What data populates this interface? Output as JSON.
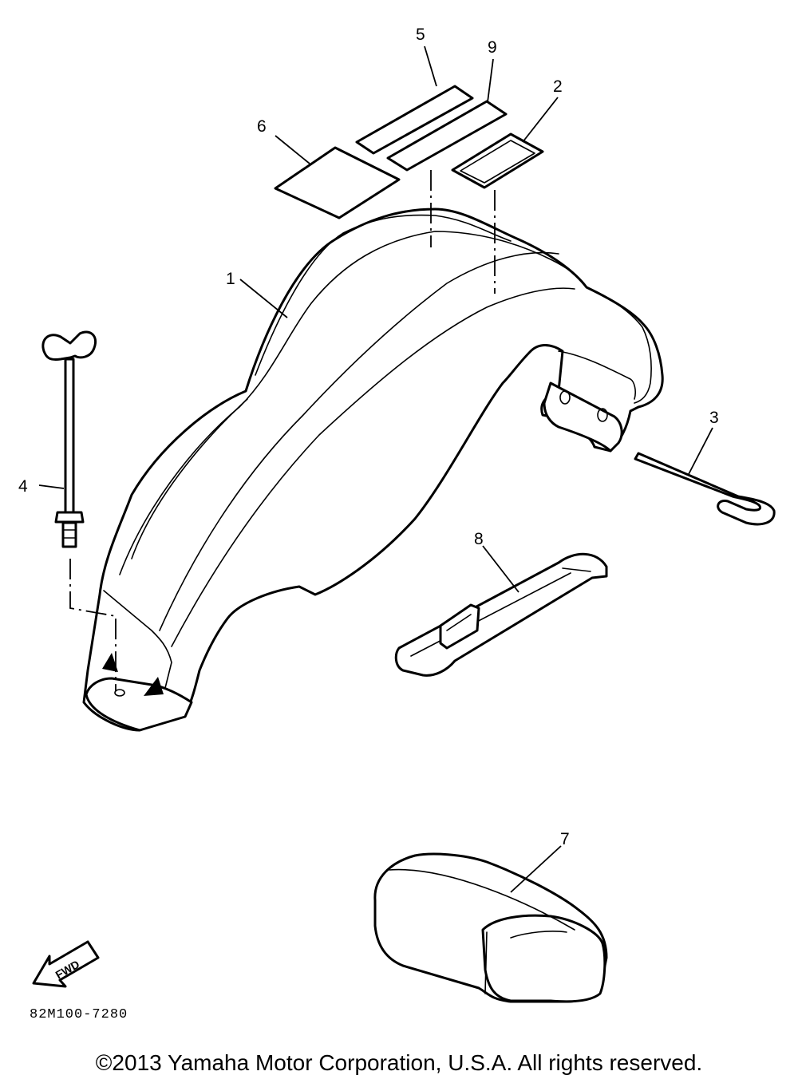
{
  "callouts": [
    {
      "id": "1",
      "label": "1"
    },
    {
      "id": "2",
      "label": "2"
    },
    {
      "id": "3",
      "label": "3"
    },
    {
      "id": "4",
      "label": "4"
    },
    {
      "id": "5",
      "label": "5"
    },
    {
      "id": "6",
      "label": "6"
    },
    {
      "id": "7",
      "label": "7"
    },
    {
      "id": "8",
      "label": "8"
    },
    {
      "id": "9",
      "label": "9"
    }
  ],
  "direction_label": "FWD",
  "diagram_ref": "82M100-7280",
  "copyright": "©2013 Yamaha Motor Corporation, U.S.A. All rights reserved.",
  "colors": {
    "ink": "#000000",
    "paper": "#ffffff"
  }
}
